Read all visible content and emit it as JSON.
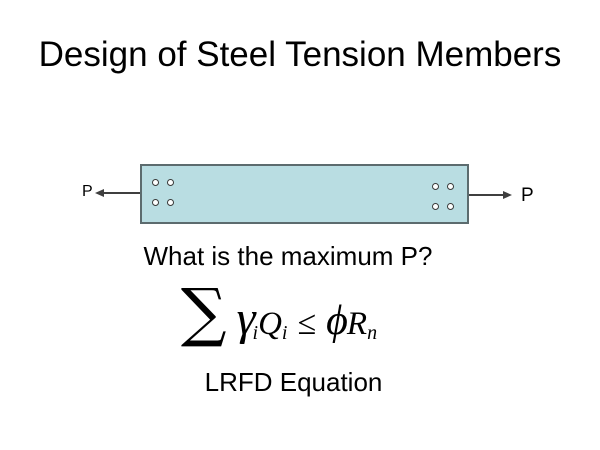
{
  "slide": {
    "title": "Design of Steel Tension Members",
    "question": "What is the maximum P?",
    "caption": "LRFD Equation"
  },
  "diagram": {
    "left_load_label": "P",
    "right_load_label": "P",
    "bolt_holes_per_end": 4,
    "colors": {
      "member_fill": "#b9dde2",
      "member_border": "#5c6b6e",
      "arrow": "#3f3f3f",
      "text": "#000000"
    }
  },
  "equation": {
    "sigma": "∑",
    "gamma": "γ",
    "sub_i_1": "i",
    "Q": "Q",
    "sub_i_2": "i",
    "relation": "≤",
    "phi": "ϕ",
    "R": "R",
    "sub_n": "n"
  }
}
